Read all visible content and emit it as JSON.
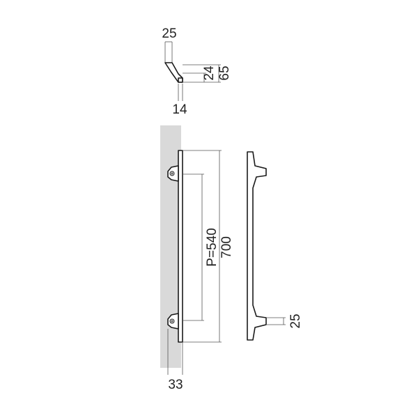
{
  "drawing": {
    "dimensions": {
      "top_width": "25",
      "top_offset_24": "24",
      "top_height_65": "65",
      "top_thickness": "14",
      "pitch": "P=540",
      "overall_length": "700",
      "side_foot": "25",
      "wall_offset": "33"
    },
    "colors": {
      "wall_fill": "#d9d9d9",
      "line": "#1a1a1a",
      "dim_line": "#555555"
    }
  }
}
